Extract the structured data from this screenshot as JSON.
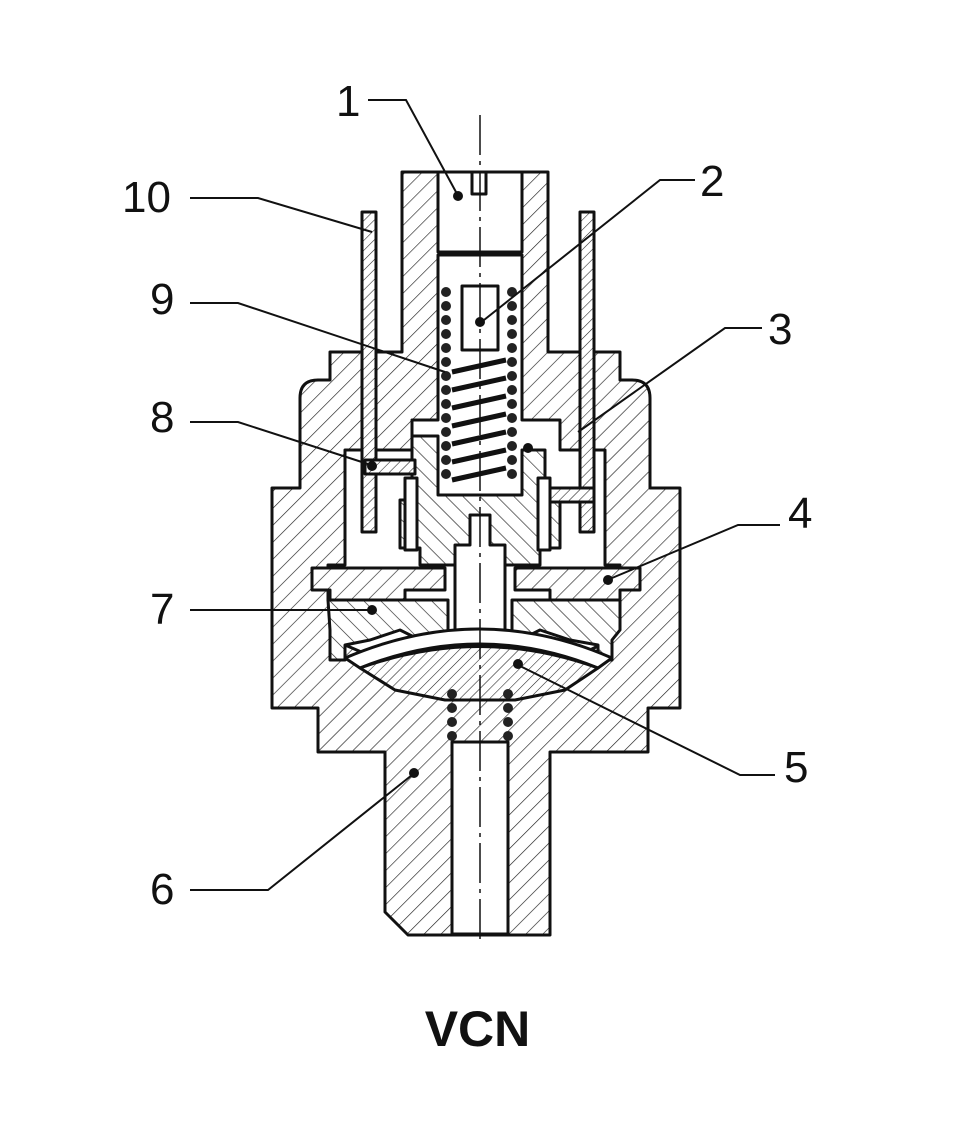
{
  "title": "VCN",
  "callouts": [
    {
      "id": "1",
      "label": "1"
    },
    {
      "id": "2",
      "label": "2"
    },
    {
      "id": "3",
      "label": "3"
    },
    {
      "id": "4",
      "label": "4"
    },
    {
      "id": "5",
      "label": "5"
    },
    {
      "id": "6",
      "label": "6"
    },
    {
      "id": "7",
      "label": "7"
    },
    {
      "id": "8",
      "label": "8"
    },
    {
      "id": "9",
      "label": "9"
    },
    {
      "id": "10",
      "label": "10"
    }
  ]
}
